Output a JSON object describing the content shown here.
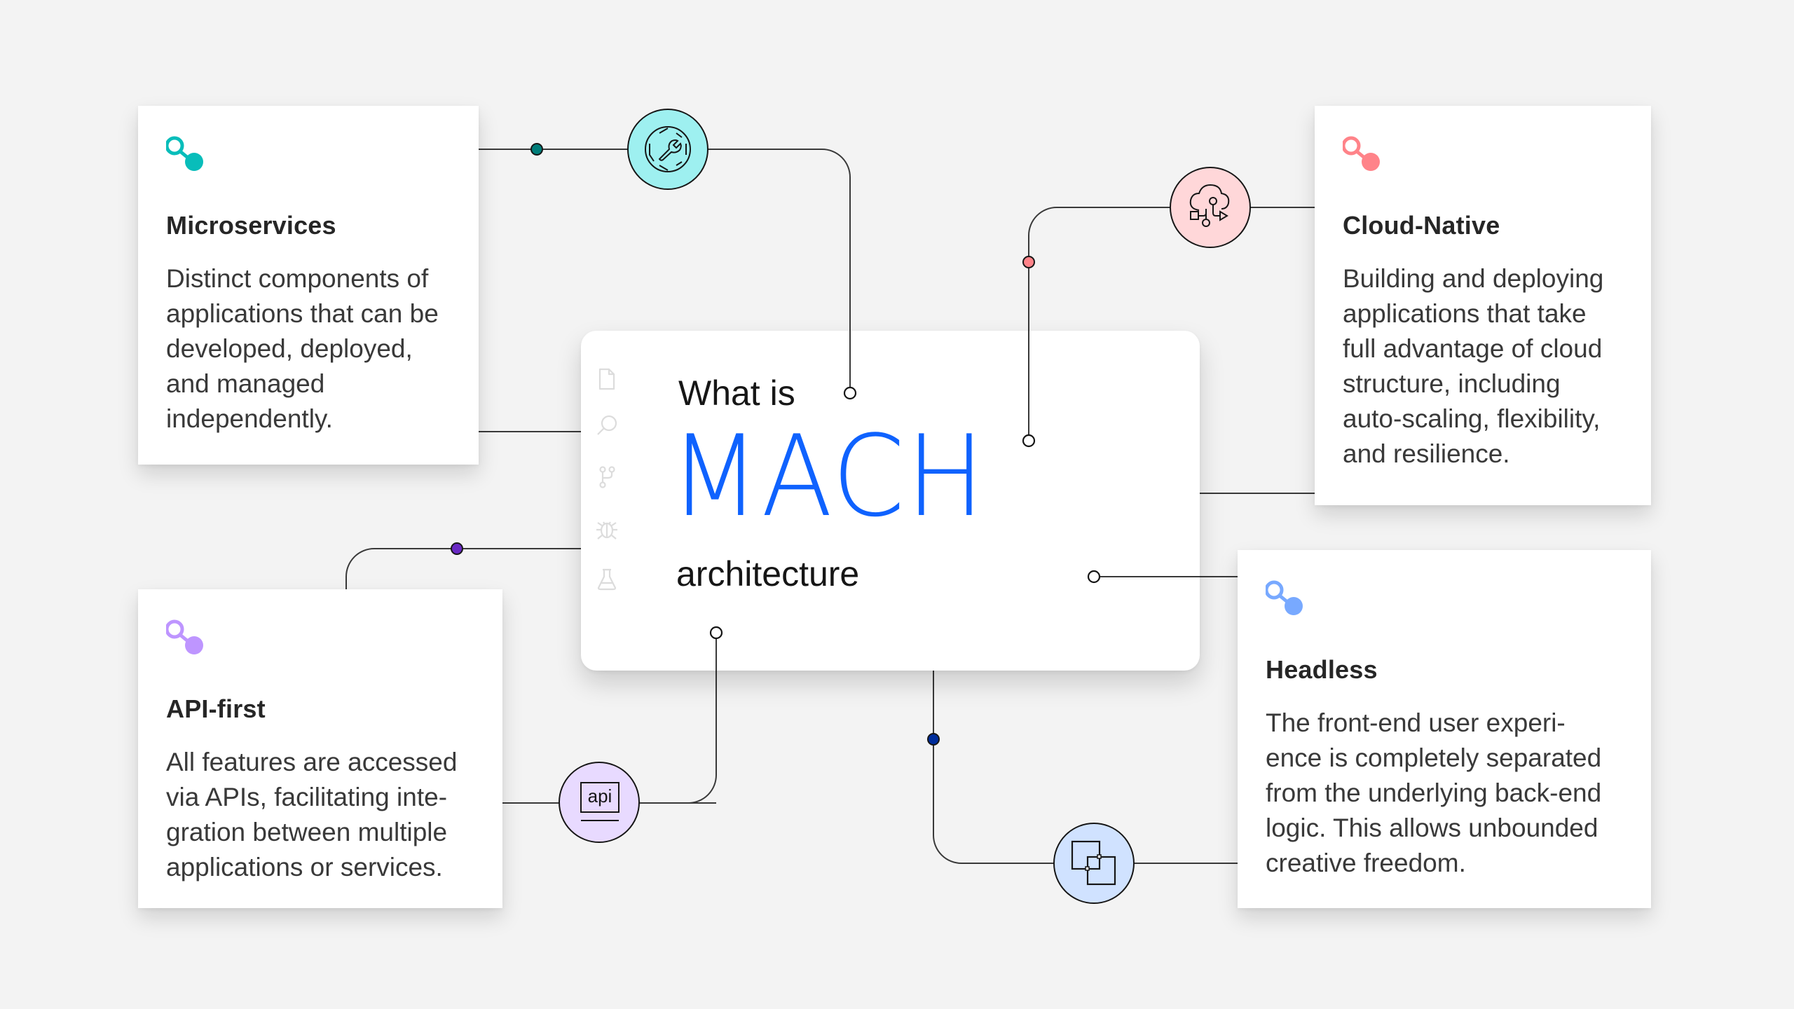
{
  "diagram": {
    "title": {
      "line1": "What is",
      "line2": "MACH",
      "line3": "architecture"
    },
    "accent_color": "#0f62fe",
    "background_color": "#f3f3f3",
    "center_side_icons": [
      "document-icon",
      "search-icon",
      "branch-icon",
      "bug-icon",
      "flask-icon"
    ],
    "cards": [
      {
        "id": "microservices",
        "title": "Microservices",
        "body": "Distinct components of\napplications that can be\ndeveloped, deployed,\nand managed\nindependently.",
        "color": "#08bdba",
        "dot_color": "#007d79",
        "hub_color": "#9ef0f0",
        "hub_icon": "wrench-hexagon-icon"
      },
      {
        "id": "cloud-native",
        "title": "Cloud-Native",
        "body": "Building and deploying\napplications that take\nfull advantage of cloud\nstructure, including\nauto-scaling, flexibility,\nand resilience.",
        "color": "#ff8389",
        "dot_color": "#ff8389",
        "hub_color": "#ffd7d9",
        "hub_icon": "cloud-flow-icon"
      },
      {
        "id": "api-first",
        "title": "API-first",
        "body": "All features are accessed\nvia APIs, facilitating inte-\ngration between multiple\napplications or services.",
        "color": "#be95ff",
        "dot_color": "#6929c4",
        "hub_color": "#e8daff",
        "hub_icon": "api-icon",
        "hub_label": "api"
      },
      {
        "id": "headless",
        "title": "Headless",
        "body": "The front-end user experi-\nence is completely separated\nfrom the underlying back-end\nlogic. This allows unbounded\ncreative freedom.",
        "color": "#78a9ff",
        "dot_color": "#002d9c",
        "hub_color": "#d0e2ff",
        "hub_icon": "overlapping-squares-icon"
      }
    ]
  }
}
